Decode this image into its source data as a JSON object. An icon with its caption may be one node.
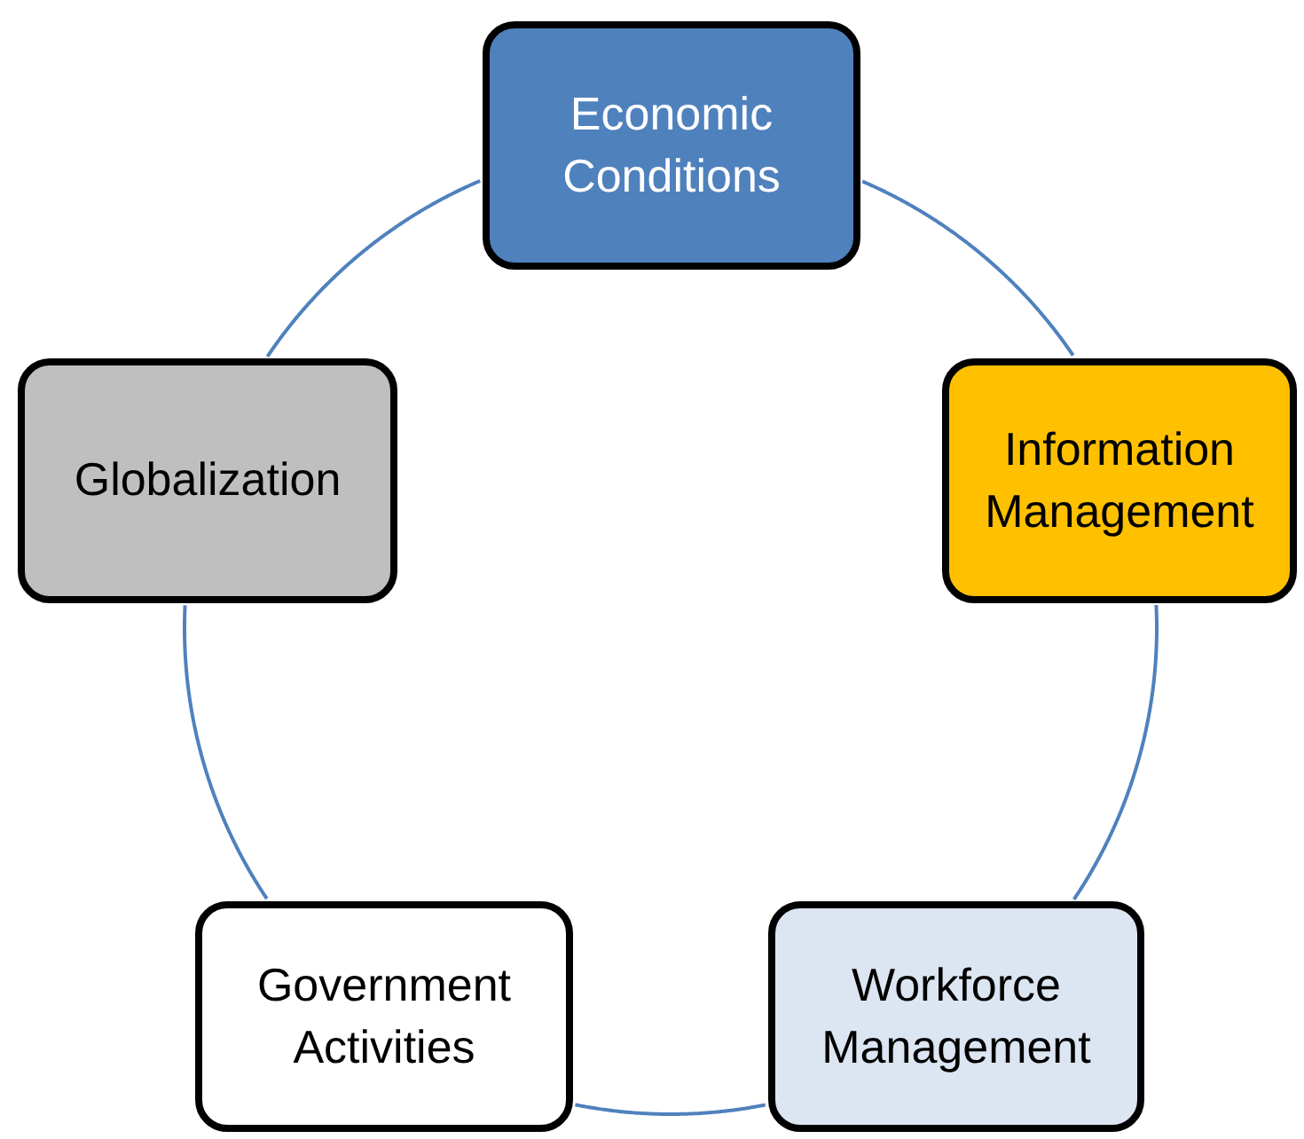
{
  "diagram": {
    "nodes": [
      {
        "text": [
          "Economic Conditions"
        ]
      },
      {
        "text": [
          "Globalization"
        ]
      },
      {
        "text": [
          "Information Management"
        ]
      },
      {
        "text": [
          "Government Activities"
        ]
      },
      {
        "text": [
          "Workforce Management"
        ]
      }
    ],
    "edges": [
      {
        "from": 0,
        "to": 2,
        "arrow": "none"
      },
      {
        "from": 2,
        "to": 4,
        "arrow": "none"
      },
      {
        "from": 4,
        "to": 3,
        "arrow": "none"
      },
      {
        "from": 3,
        "to": 1,
        "arrow": "none"
      },
      {
        "from": 1,
        "to": 0,
        "arrow": "none"
      }
    ]
  }
}
